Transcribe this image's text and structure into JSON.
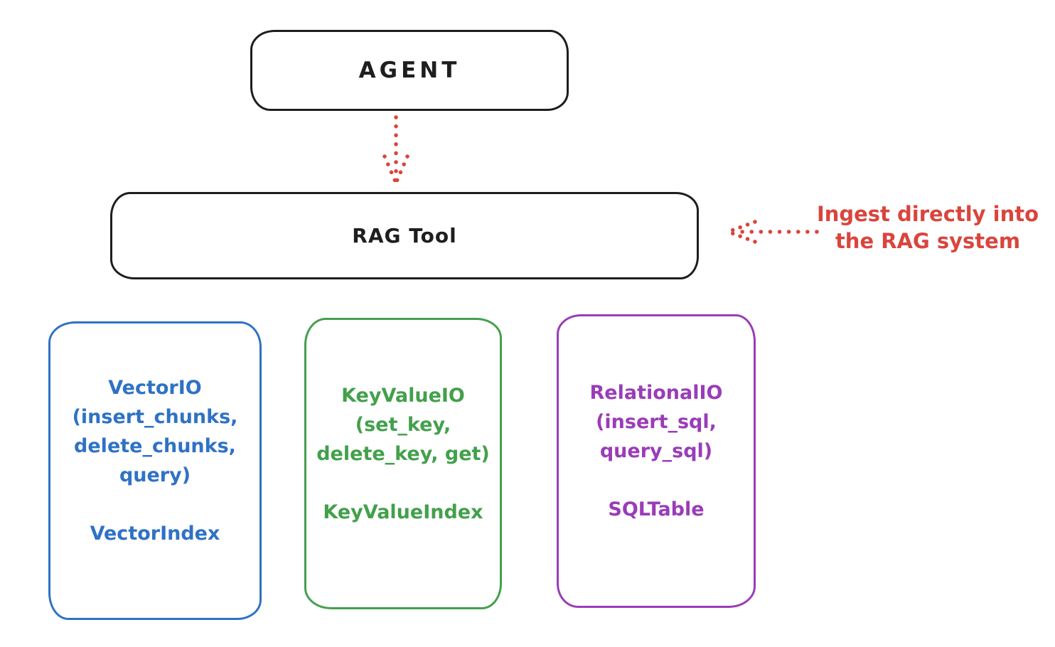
{
  "canvas": {
    "background": "#ffffff",
    "ink_color": "#1e1e1e"
  },
  "agent_box": {
    "label": "AGENT"
  },
  "rag_tool_box": {
    "label": "RAG Tool"
  },
  "flow_arrow": {
    "style": "dotted",
    "color": "#d9453d"
  },
  "annotation": {
    "line1": "Ingest directly into",
    "line2": "the RAG system",
    "color": "#d9453d",
    "arrow_style": "dotted"
  },
  "backends": [
    {
      "name": "vector-io",
      "color": "#2f72c4",
      "lines": [
        "VectorIO",
        "(insert_chunks,",
        "delete_chunks,",
        "query)"
      ],
      "index_label": "VectorIndex"
    },
    {
      "name": "keyvalue-io",
      "color": "#43a04c",
      "lines": [
        "KeyValueIO",
        "(set_key,",
        "delete_key, get)"
      ],
      "index_label": "KeyValueIndex"
    },
    {
      "name": "relational-io",
      "color": "#9a3cb8",
      "lines": [
        "RelationalIO",
        "(insert_sql,",
        "query_sql)"
      ],
      "index_label": "SQLTable"
    }
  ]
}
